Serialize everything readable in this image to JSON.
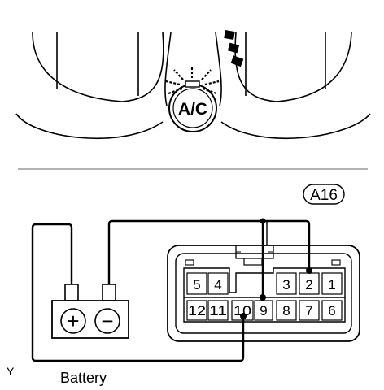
{
  "ac_button_label": "A/C",
  "connector_id": "A16",
  "connector_pins": {
    "row_top": [
      "5",
      "4",
      "",
      "3",
      "2",
      "1"
    ],
    "row_bottom": [
      "12",
      "11",
      "10",
      "9",
      "8",
      "7",
      "6"
    ]
  },
  "battery": {
    "label": "Battery",
    "positive_symbol": "+",
    "negative_symbol": "−"
  },
  "wire_color_code": "Y"
}
